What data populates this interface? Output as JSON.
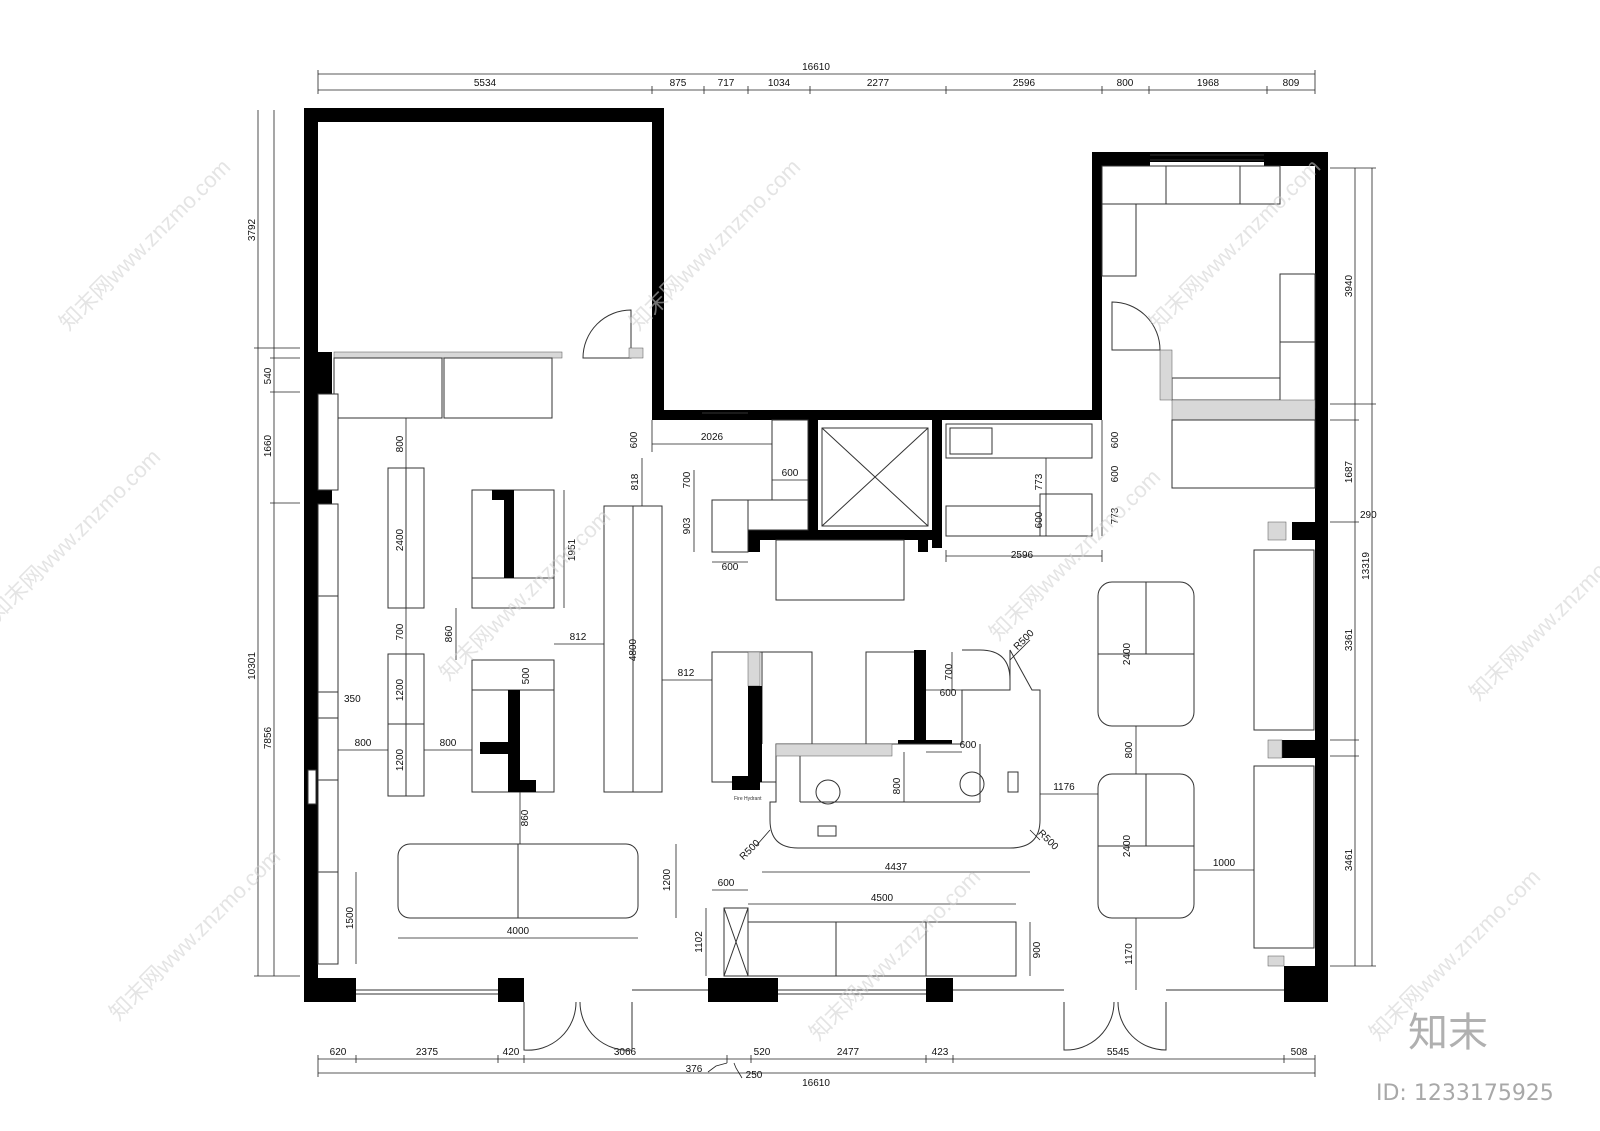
{
  "plan": {
    "top_dims": {
      "total": "16610",
      "segments": [
        "5534",
        "875",
        "717",
        "1034",
        "2277",
        "2596",
        "800",
        "1968",
        "809"
      ]
    },
    "bottom_dims": {
      "total": "16610",
      "segments": [
        "620",
        "2375",
        "420",
        "3066",
        "520",
        "2477",
        "423",
        "5545",
        "508"
      ],
      "extra": [
        "376",
        "250"
      ]
    },
    "left_dims": {
      "outer": "10301",
      "inner": [
        "3792",
        "540",
        "1660",
        "7856"
      ]
    },
    "right_dims": {
      "outer": "13319",
      "inner": [
        "3940",
        "1687",
        "290",
        "3361",
        "3461"
      ]
    },
    "interior_dims": {
      "d800a": "800",
      "d2400a": "2400",
      "d700": "700",
      "d1200a": "1200",
      "d1200b": "1200",
      "d800b": "800",
      "d800c": "800",
      "d350": "350",
      "d1951": "1951",
      "d860a": "860",
      "d500": "500",
      "d812a": "812",
      "d812b": "812",
      "d4800": "4800",
      "d860b": "860",
      "d4000": "4000",
      "d1500": "1500",
      "d1200c": "1200",
      "d600a": "600",
      "d2026": "2026",
      "d600b": "600",
      "d700b": "700",
      "d903": "903",
      "d818": "818",
      "d600c": "600",
      "d773a": "773",
      "d600d": "600",
      "d600e": "600",
      "d600f": "600",
      "d773b": "773",
      "d2596": "2596",
      "r500a": "R500",
      "d700c": "700",
      "d600g": "600",
      "d600h": "600",
      "d800d": "800",
      "r500b": "R500",
      "r500c": "R500",
      "d4437": "4437",
      "d1176": "1176",
      "d2400b": "2400",
      "d800e": "800",
      "d2400c": "2400",
      "d1000": "1000",
      "d1170": "1170",
      "d600i": "600",
      "d4500": "4500",
      "d1102": "1102",
      "d900": "900"
    },
    "small_label": "Fire Hydrant"
  },
  "watermark": {
    "text": "知末网www.znzmo.com",
    "brand": "知末",
    "id": "ID: 1233175925"
  }
}
